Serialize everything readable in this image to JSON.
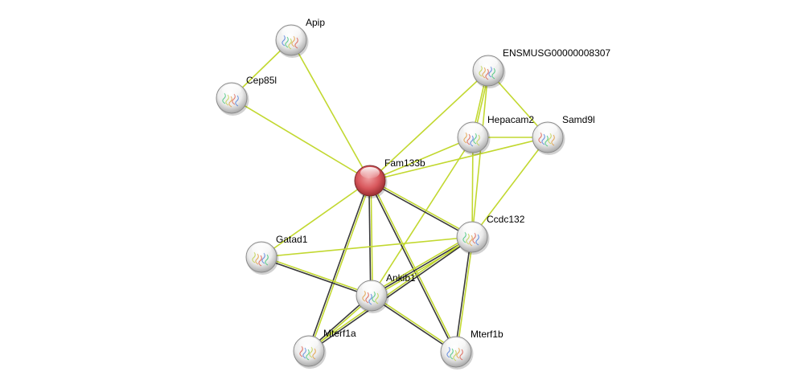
{
  "network": {
    "query_node": "Fam133b",
    "colors": {
      "query_node": "#d8575c",
      "other_node": "#e6e6e6",
      "textmining_edge": "#c2d830",
      "coexpression_edge": "#3a3a3a"
    },
    "nodes": [
      {
        "id": "Apip",
        "label": "Apip"
      },
      {
        "id": "Cep85l",
        "label": "Cep85l"
      },
      {
        "id": "ENSMUSG00000008307",
        "label": "ENSMUSG00000008307"
      },
      {
        "id": "Hepacam2",
        "label": "Hepacam2"
      },
      {
        "id": "Samd9l",
        "label": "Samd9l"
      },
      {
        "id": "Fam133b",
        "label": "Fam133b"
      },
      {
        "id": "Ccdc132",
        "label": "Ccdc132"
      },
      {
        "id": "Gatad1",
        "label": "Gatad1"
      },
      {
        "id": "Ankib1",
        "label": "Ankib1"
      },
      {
        "id": "Mterf1a",
        "label": "Mterf1a"
      },
      {
        "id": "Mterf1b",
        "label": "Mterf1b"
      }
    ],
    "edges": [
      {
        "source": "Apip",
        "target": "Cep85l",
        "types": [
          "textmining"
        ]
      },
      {
        "source": "Apip",
        "target": "Fam133b",
        "types": [
          "textmining"
        ]
      },
      {
        "source": "Cep85l",
        "target": "Fam133b",
        "types": [
          "textmining"
        ]
      },
      {
        "source": "ENSMUSG00000008307",
        "target": "Fam133b",
        "types": [
          "textmining"
        ]
      },
      {
        "source": "ENSMUSG00000008307",
        "target": "Hepacam2",
        "types": [
          "textmining",
          "textmining"
        ]
      },
      {
        "source": "ENSMUSG00000008307",
        "target": "Samd9l",
        "types": [
          "textmining"
        ]
      },
      {
        "source": "ENSMUSG00000008307",
        "target": "Ccdc132",
        "types": [
          "textmining"
        ]
      },
      {
        "source": "Hepacam2",
        "target": "Samd9l",
        "types": [
          "textmining"
        ]
      },
      {
        "source": "Hepacam2",
        "target": "Fam133b",
        "types": [
          "textmining"
        ]
      },
      {
        "source": "Samd9l",
        "target": "Fam133b",
        "types": [
          "textmining"
        ]
      },
      {
        "source": "Hepacam2",
        "target": "Ccdc132",
        "types": [
          "textmining"
        ]
      },
      {
        "source": "Hepacam2",
        "target": "Ankib1",
        "types": [
          "textmining"
        ]
      },
      {
        "source": "Samd9l",
        "target": "Ccdc132",
        "types": [
          "textmining"
        ]
      },
      {
        "source": "Fam133b",
        "target": "Ccdc132",
        "types": [
          "textmining",
          "coexpression"
        ]
      },
      {
        "source": "Fam133b",
        "target": "Gatad1",
        "types": [
          "textmining"
        ]
      },
      {
        "source": "Fam133b",
        "target": "Ankib1",
        "types": [
          "textmining",
          "coexpression"
        ]
      },
      {
        "source": "Fam133b",
        "target": "Mterf1a",
        "types": [
          "textmining",
          "coexpression"
        ]
      },
      {
        "source": "Fam133b",
        "target": "Mterf1b",
        "types": [
          "textmining",
          "coexpression"
        ]
      },
      {
        "source": "Gatad1",
        "target": "Ccdc132",
        "types": [
          "textmining"
        ]
      },
      {
        "source": "Gatad1",
        "target": "Ankib1",
        "types": [
          "textmining",
          "coexpression"
        ]
      },
      {
        "source": "Ankib1",
        "target": "Ccdc132",
        "types": [
          "textmining",
          "coexpression",
          "textmining"
        ]
      },
      {
        "source": "Ankib1",
        "target": "Mterf1a",
        "types": [
          "textmining",
          "coexpression"
        ]
      },
      {
        "source": "Ankib1",
        "target": "Mterf1b",
        "types": [
          "textmining",
          "coexpression"
        ]
      },
      {
        "source": "Mterf1a",
        "target": "Ccdc132",
        "types": [
          "textmining",
          "coexpression"
        ]
      },
      {
        "source": "Ccdc132",
        "target": "Mterf1b",
        "types": [
          "textmining",
          "coexpression"
        ]
      }
    ]
  }
}
